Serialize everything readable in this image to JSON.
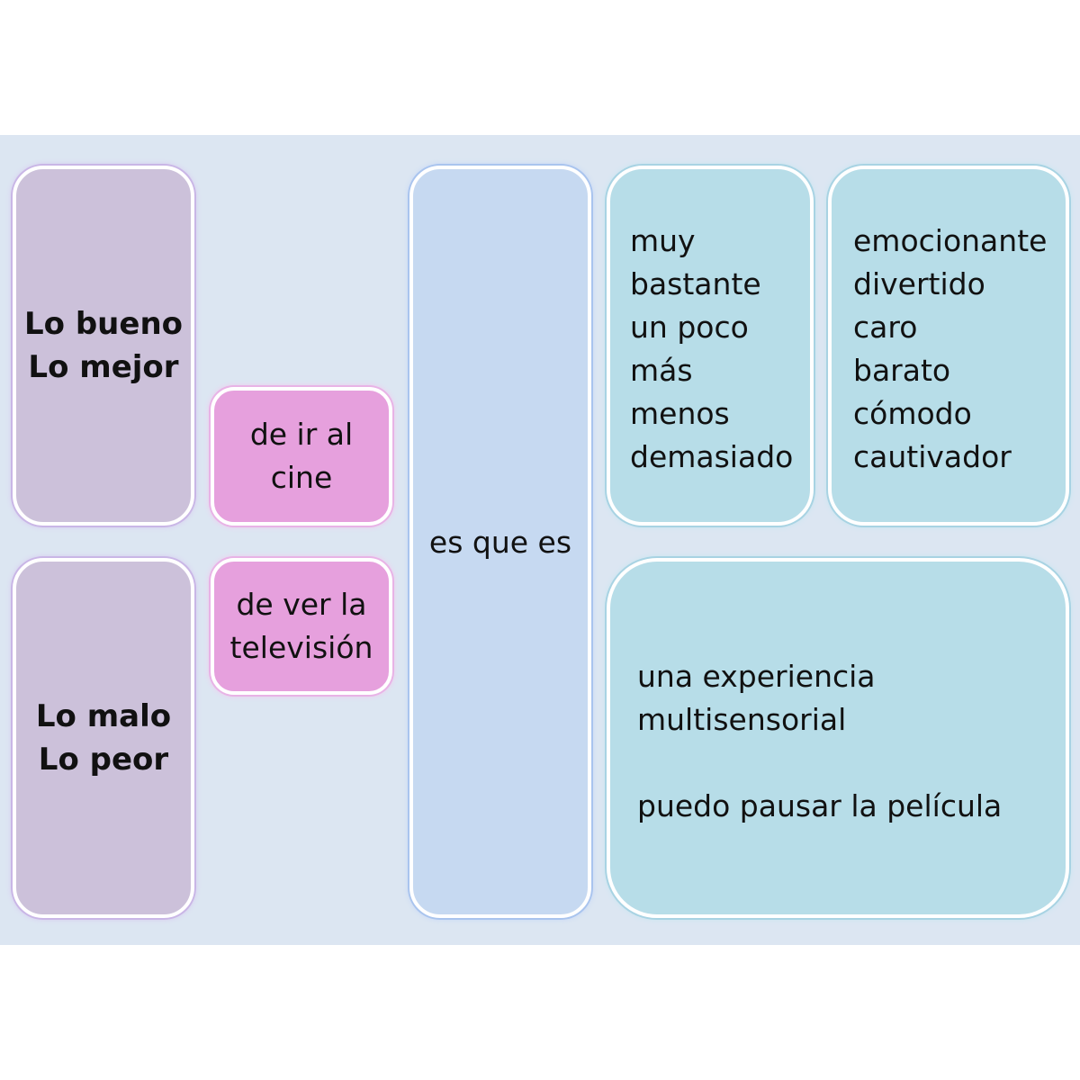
{
  "subjects": {
    "good": [
      "Lo bueno",
      "Lo mejor"
    ],
    "bad": [
      "Lo malo",
      "Lo peor"
    ]
  },
  "activities": {
    "cinema": [
      "de ir al",
      "cine"
    ],
    "tv": [
      "de ver la",
      "televisión"
    ]
  },
  "connector": "es que es",
  "intensifiers": [
    "muy",
    "bastante",
    "un poco",
    "más",
    "menos",
    "demasiado"
  ],
  "adjectives": [
    "emocionante",
    "divertido",
    "caro",
    "barato",
    "cómodo",
    "cautivador"
  ],
  "phrases": [
    "una experiencia",
    "multisensorial",
    "puedo pausar la película"
  ]
}
